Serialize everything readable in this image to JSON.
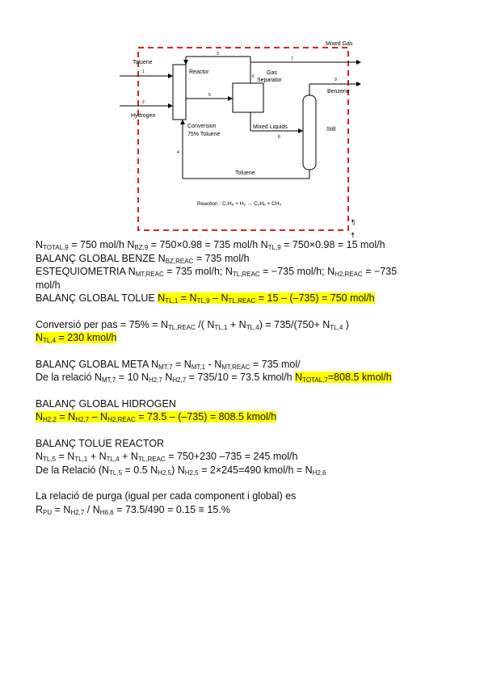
{
  "diagram": {
    "labels": {
      "mixed_gas": "Mixed Gas",
      "toluene_in": "Toluene",
      "hydrogen": "Hydrogen",
      "reactor": "Reactor",
      "gas_separator_1": "Gas",
      "gas_separator_2": "Separator",
      "benzene": "Benzene",
      "conversion_1": "Conversion",
      "conversion_2": "75% Toluene",
      "mixed_liquids": "Mixed Liquids",
      "still": "Still",
      "toluene_recycle": "Toluene",
      "reaction": "Reaction : C₇H₈ + H₂ → C₆H₆ + CH₄"
    },
    "stream_numbers": {
      "s1": "1",
      "s2": "2",
      "s3": "3",
      "s4": "4",
      "s5": "5",
      "s6": "6",
      "s7": "7",
      "s8": "8",
      "s9": "9"
    },
    "pilcrows": [
      "¶",
      "¶"
    ]
  },
  "lines": {
    "l1": {
      "a": "N",
      "a_sub": "TOTAL,9",
      "b": " = 750 mol/h    N",
      "b_sub": "BZ,9",
      "c": " =  750×0.98 = 735 mol/h   N",
      "c_sub": "TL,9",
      "d": " =  750×0.98 = 15 mol/h"
    },
    "l2": {
      "a": "BALANÇ GLOBAL BENZE   N",
      "a_sub": "BZ,REAC",
      "b": "  =  735 mol/h"
    },
    "l3": {
      "a": "ESTEQUIOMETRIA  N",
      "a_sub": "MT,REAC",
      "b": " = 735 mol/h;   N",
      "b_sub": "TL,REAC",
      "c": " = −735 mol/h;  N",
      "c_sub": "H2,REAC",
      "d": " = −735"
    },
    "l3b": "mol/h",
    "l4": {
      "pre": "BALANÇ GLOBAL TOLUE  ",
      "a": "N",
      "a_sub": "TL,1",
      "b": "  = N",
      "b_sub": "TL,9",
      "c": "  –  N",
      "c_sub": "TL,REAC",
      "d": "  = 15 – (–735)  =   750 mol/h"
    },
    "l5": {
      "a": "Conversió per pas = 75% = N",
      "a_sub": "TL,REAC",
      "b": " /( N",
      "b_sub": "TL,1",
      "c": " + N",
      "c_sub": "TL,4",
      "d": ") = 735/(750+ N",
      "d_sub": "TL,4",
      "e": " )"
    },
    "l6": {
      "a": "N",
      "a_sub": "TL,4",
      "b": "  = 230 kmol/h"
    },
    "l7": {
      "a": "BALANÇ GLOBAL META   N",
      "a_sub": "MT,7",
      "b": "  = N",
      "b_sub": "MT,1",
      "c": "  -  N",
      "c_sub": "MT,REAC",
      "d": "  =    735 mol/"
    },
    "l8": {
      "a": "De la relació N",
      "a_sub": "MT,7",
      "b": " = 10 N",
      "b_sub": "H2,7",
      "c": "     N",
      "c_sub": "H2,7",
      "d": " = 735/10 = 73.5 kmol/h  ",
      "e": "N",
      "e_sub": "TOTAL,7",
      "f": "=808.5 kmol/h"
    },
    "l9": "BALANÇ GLOBAL HIDROGEN",
    "l10": {
      "a": "N",
      "a_sub": "H2,2",
      "b": "  = N",
      "b_sub": "H2,7",
      "c": "  –  N",
      "c_sub": "H2,REAC",
      "d": "  = 73.5 – (–735) = 808.5 kmol/h"
    },
    "l11": "BALANÇ TOLUE  REACTOR",
    "l12": {
      "a": "N",
      "a_sub": "TL,5",
      "b": "  = N",
      "b_sub": "TL,1",
      "c": " + N",
      "c_sub": "TL,4",
      "d": " + N",
      "d_sub": "TL,REAC",
      "e": "  = 750+230 –735 = 245 mol/h"
    },
    "l13": {
      "a": "De la Relació  (N",
      "a_sub": "TL,5",
      "b": "  = 0.5 N",
      "b_sub": "H2,5",
      "c": ")        N",
      "c_sub": "H2,5",
      "d": " = 2×245=490 kmol/h = N",
      "d_sub": "H2,6"
    },
    "l14": "La relació de purga (igual per cada component i global) es",
    "l15": {
      "a": "R",
      "a_sub": "PU",
      "b": " = N",
      "b_sub": "H2,7",
      "c": " / N",
      "c_sub": "H6,6",
      "d": "  = 73.5/490  = 0.15 ≡  15.%"
    }
  },
  "colors": {
    "highlight": "#ffff00",
    "dashed_boundary": "#e02020"
  }
}
